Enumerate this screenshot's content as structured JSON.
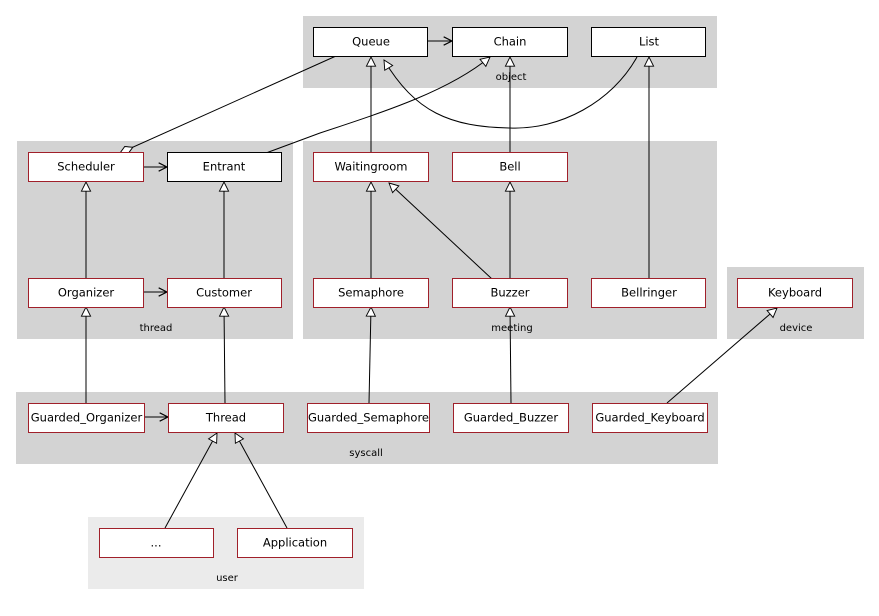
{
  "packages": [
    {
      "id": "object",
      "label": "object"
    },
    {
      "id": "thread",
      "label": "thread"
    },
    {
      "id": "meeting",
      "label": "meeting"
    },
    {
      "id": "device",
      "label": "device"
    },
    {
      "id": "syscall",
      "label": "syscall"
    },
    {
      "id": "user",
      "label": "user"
    }
  ],
  "classes": [
    {
      "id": "queue",
      "label": "Queue",
      "package": "object"
    },
    {
      "id": "chain",
      "label": "Chain",
      "package": "object"
    },
    {
      "id": "list",
      "label": "List",
      "package": "object"
    },
    {
      "id": "scheduler",
      "label": "Scheduler",
      "package": "thread"
    },
    {
      "id": "entrant",
      "label": "Entrant",
      "package": "thread"
    },
    {
      "id": "organizer",
      "label": "Organizer",
      "package": "thread"
    },
    {
      "id": "customer",
      "label": "Customer",
      "package": "thread"
    },
    {
      "id": "waitingroom",
      "label": "Waitingroom",
      "package": "meeting"
    },
    {
      "id": "bell",
      "label": "Bell",
      "package": "meeting"
    },
    {
      "id": "semaphore",
      "label": "Semaphore",
      "package": "meeting"
    },
    {
      "id": "buzzer",
      "label": "Buzzer",
      "package": "meeting"
    },
    {
      "id": "bellringer",
      "label": "Bellringer",
      "package": "meeting"
    },
    {
      "id": "keyboard",
      "label": "Keyboard",
      "package": "device"
    },
    {
      "id": "guarded-organizer",
      "label": "Guarded_Organizer",
      "package": "syscall"
    },
    {
      "id": "thread",
      "label": "Thread",
      "package": "syscall"
    },
    {
      "id": "guarded-semaphore",
      "label": "Guarded_Semaphore",
      "package": "syscall"
    },
    {
      "id": "guarded-buzzer",
      "label": "Guarded_Buzzer",
      "package": "syscall"
    },
    {
      "id": "guarded-keyboard",
      "label": "Guarded_Keyboard",
      "package": "syscall"
    },
    {
      "id": "ellipsis",
      "label": "...",
      "package": "user"
    },
    {
      "id": "application",
      "label": "Application",
      "package": "user"
    }
  ],
  "relations": [
    {
      "from": "queue",
      "to": "chain",
      "kind": "association"
    },
    {
      "from": "scheduler",
      "to": "entrant",
      "kind": "association"
    },
    {
      "from": "organizer",
      "to": "customer",
      "kind": "association"
    },
    {
      "from": "guarded-organizer",
      "to": "thread",
      "kind": "association"
    },
    {
      "from": "scheduler",
      "to": "queue",
      "kind": "aggregation"
    },
    {
      "from": "entrant",
      "to": "chain",
      "kind": "generalization"
    },
    {
      "from": "waitingroom",
      "to": "queue",
      "kind": "generalization"
    },
    {
      "from": "bell",
      "to": "chain",
      "kind": "generalization"
    },
    {
      "from": "list",
      "to": "queue",
      "kind": "generalization"
    },
    {
      "from": "bellringer",
      "to": "list",
      "kind": "generalization"
    },
    {
      "from": "organizer",
      "to": "scheduler",
      "kind": "generalization"
    },
    {
      "from": "customer",
      "to": "entrant",
      "kind": "generalization"
    },
    {
      "from": "semaphore",
      "to": "waitingroom",
      "kind": "generalization"
    },
    {
      "from": "buzzer",
      "to": "waitingroom",
      "kind": "generalization"
    },
    {
      "from": "buzzer",
      "to": "bell",
      "kind": "generalization"
    },
    {
      "from": "guarded-organizer",
      "to": "organizer",
      "kind": "generalization"
    },
    {
      "from": "thread",
      "to": "customer",
      "kind": "generalization"
    },
    {
      "from": "guarded-semaphore",
      "to": "semaphore",
      "kind": "generalization"
    },
    {
      "from": "guarded-buzzer",
      "to": "buzzer",
      "kind": "generalization"
    },
    {
      "from": "guarded-keyboard",
      "to": "keyboard",
      "kind": "generalization"
    },
    {
      "from": "ellipsis",
      "to": "thread",
      "kind": "generalization"
    },
    {
      "from": "application",
      "to": "thread",
      "kind": "generalization"
    }
  ]
}
